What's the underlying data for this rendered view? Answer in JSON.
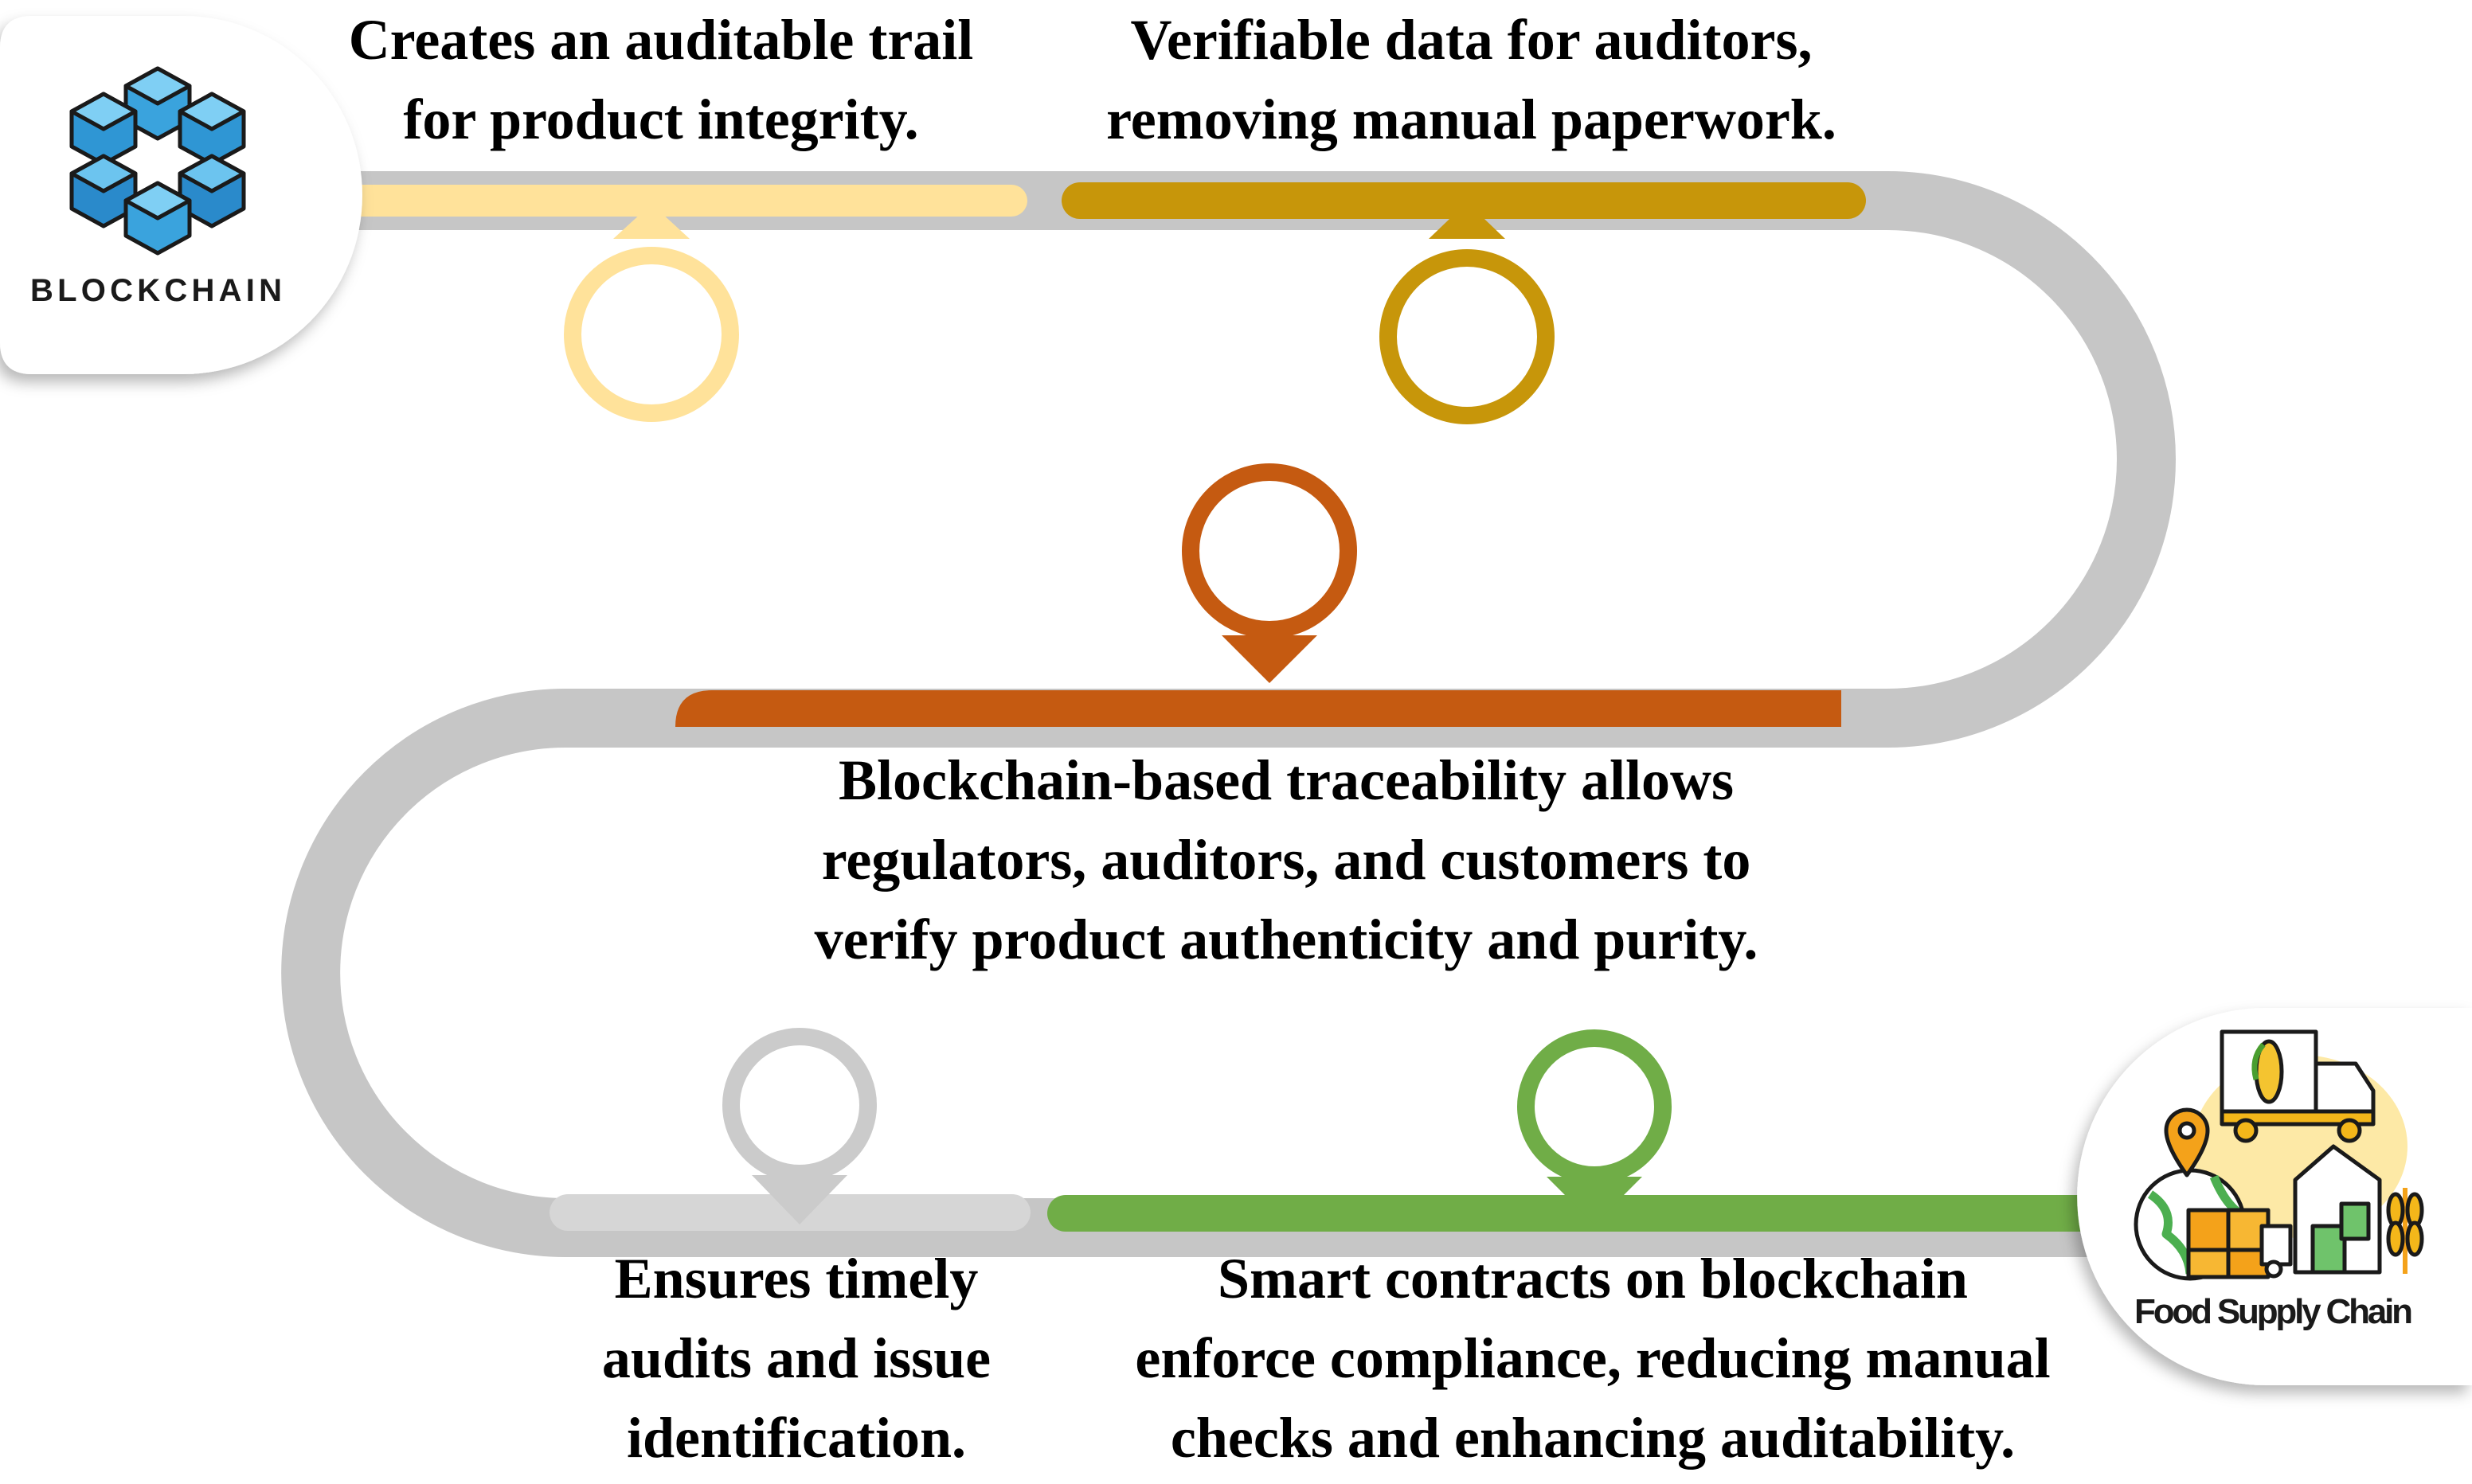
{
  "logos": {
    "blockchain": {
      "label": "BLOCKCHAIN",
      "icon": "blockchain-cubes-icon"
    },
    "food_supply_chain": {
      "label": "Food Supply Chain",
      "icon": "food-supply-chain-icon"
    }
  },
  "path_color": "#c6c6c6",
  "steps": [
    {
      "id": "trail",
      "color": "#ffe29a",
      "lines": [
        "Creates an auditable trail",
        "for product integrity."
      ]
    },
    {
      "id": "verifiable",
      "color": "#c7960a",
      "lines": [
        "Verifiable data for auditors,",
        "removing manual paperwork."
      ]
    },
    {
      "id": "traceability",
      "color": "#c55a11",
      "lines": [
        "Blockchain-based traceability allows",
        "regulators, auditors, and customers to",
        "verify product authenticity and purity."
      ]
    },
    {
      "id": "audits",
      "color": "#cbcbcb",
      "lines": [
        "Ensures timely",
        "audits and issue",
        "identification."
      ]
    },
    {
      "id": "smart",
      "color": "#70ad47",
      "lines": [
        "Smart contracts on blockchain",
        "enforce compliance, reducing manual",
        "checks and enhancing auditability."
      ]
    }
  ]
}
